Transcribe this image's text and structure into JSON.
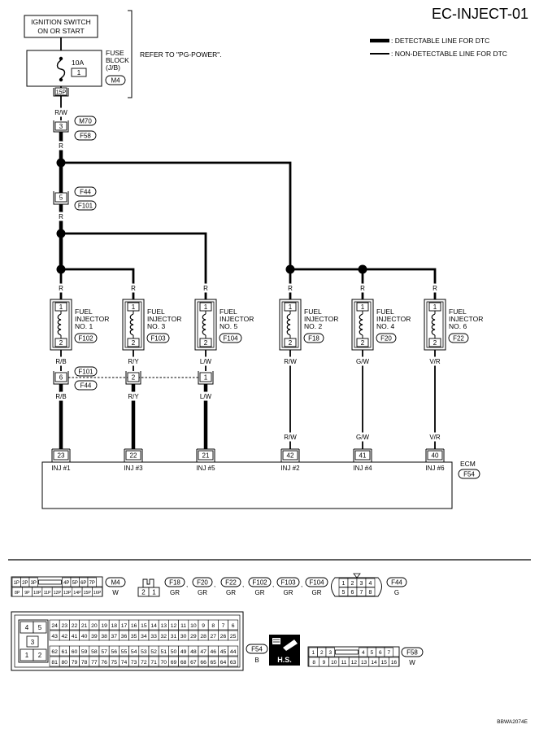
{
  "title": "EC-INJECT-01",
  "legend": {
    "detectable": ": DETECTABLE LINE FOR DTC",
    "non_detectable": ": NON-DETECTABLE LINE FOR DTC"
  },
  "ignition": {
    "line1": "IGNITION SWITCH",
    "line2": "ON OR START"
  },
  "fuse_block": {
    "label1": "FUSE",
    "label2": "BLOCK",
    "label3": "(J/B)",
    "rating": "10A",
    "fuse_no": "1",
    "connector": "M4",
    "pin": "15P",
    "refer": "REFER TO \"PG-POWER\"."
  },
  "wires": {
    "rw": "R/W",
    "r": "R",
    "rb": "R/B",
    "ry": "R/Y",
    "lw": "L/W",
    "gw": "G/W",
    "vr": "V/R"
  },
  "connectors": {
    "c1": {
      "pin": "3",
      "top": "M70",
      "bottom": "F58"
    },
    "c2": {
      "pin": "5",
      "top": "F44",
      "bottom": "F101"
    },
    "mid": {
      "pin6": "6",
      "pin2": "2",
      "pin1": "1",
      "top": "F101",
      "bottom": "F44"
    }
  },
  "injectors": [
    {
      "l1": "FUEL",
      "l2": "INJECTOR",
      "l3": "NO. 1",
      "conn": "F102",
      "p1": "1",
      "p2": "2"
    },
    {
      "l1": "FUEL",
      "l2": "INJECTOR",
      "l3": "NO. 3",
      "conn": "F103",
      "p1": "1",
      "p2": "2"
    },
    {
      "l1": "FUEL",
      "l2": "INJECTOR",
      "l3": "NO. 5",
      "conn": "F104",
      "p1": "1",
      "p2": "2"
    },
    {
      "l1": "FUEL",
      "l2": "INJECTOR",
      "l3": "NO. 2",
      "conn": "F18",
      "p1": "1",
      "p2": "2"
    },
    {
      "l1": "FUEL",
      "l2": "INJECTOR",
      "l3": "NO. 4",
      "conn": "F20",
      "p1": "1",
      "p2": "2"
    },
    {
      "l1": "FUEL",
      "l2": "INJECTOR",
      "l3": "NO. 6",
      "conn": "F22",
      "p1": "1",
      "p2": "2"
    }
  ],
  "ecm": {
    "label": "ECM",
    "conn": "F54",
    "pins": [
      "23",
      "22",
      "21",
      "42",
      "41",
      "40"
    ],
    "names": [
      "INJ #1",
      "INJ #3",
      "INJ #5",
      "INJ #2",
      "INJ #4",
      "INJ #6"
    ]
  },
  "bottom": {
    "m4": {
      "conn": "M4",
      "color": "W",
      "row1": [
        "1P",
        "2P",
        "3P",
        "4P",
        "5P",
        "6P",
        "7P"
      ],
      "row2": [
        "8P",
        "9P",
        "10P",
        "11P",
        "12P",
        "13P",
        "14P",
        "15P",
        "16P"
      ]
    },
    "inj_conn": {
      "pins": [
        "2",
        "1"
      ],
      "sep": ",",
      "items": [
        {
          "conn": "F18",
          "color": "GR"
        },
        {
          "conn": "F20",
          "color": "GR"
        },
        {
          "conn": "F22",
          "color": "GR"
        },
        {
          "conn": "F102",
          "color": "GR"
        },
        {
          "conn": "F103",
          "color": "GR"
        },
        {
          "conn": "F104",
          "color": "GR"
        }
      ]
    },
    "f44": {
      "conn": "F44",
      "color": "G",
      "row1": [
        "1",
        "2",
        "3",
        "4"
      ],
      "row2": [
        "5",
        "6",
        "7",
        "8"
      ]
    },
    "f54": {
      "conn": "F54",
      "color": "B",
      "left": [
        "4",
        "5",
        "3",
        "1",
        "2"
      ],
      "row1": [
        "24",
        "23",
        "22",
        "21",
        "20",
        "19",
        "18",
        "17",
        "16",
        "15",
        "14",
        "13",
        "12",
        "11",
        "10",
        "9",
        "8",
        "7",
        "6"
      ],
      "row2": [
        "43",
        "42",
        "41",
        "40",
        "39",
        "38",
        "37",
        "36",
        "35",
        "34",
        "33",
        "32",
        "31",
        "30",
        "29",
        "28",
        "27",
        "26",
        "25"
      ],
      "row3": [
        "62",
        "61",
        "60",
        "59",
        "58",
        "57",
        "56",
        "55",
        "54",
        "53",
        "52",
        "51",
        "50",
        "49",
        "48",
        "47",
        "46",
        "45",
        "44"
      ],
      "row4": [
        "81",
        "80",
        "79",
        "78",
        "77",
        "76",
        "75",
        "74",
        "73",
        "72",
        "71",
        "70",
        "69",
        "68",
        "67",
        "66",
        "65",
        "64",
        "63"
      ]
    },
    "hs": "H.S.",
    "f58": {
      "conn": "F58",
      "color": "W",
      "row1": [
        "1",
        "2",
        "3",
        "4",
        "5",
        "6",
        "7"
      ],
      "row2": [
        "8",
        "9",
        "10",
        "11",
        "12",
        "13",
        "14",
        "15",
        "16"
      ]
    }
  },
  "code": "BBWA2074E"
}
